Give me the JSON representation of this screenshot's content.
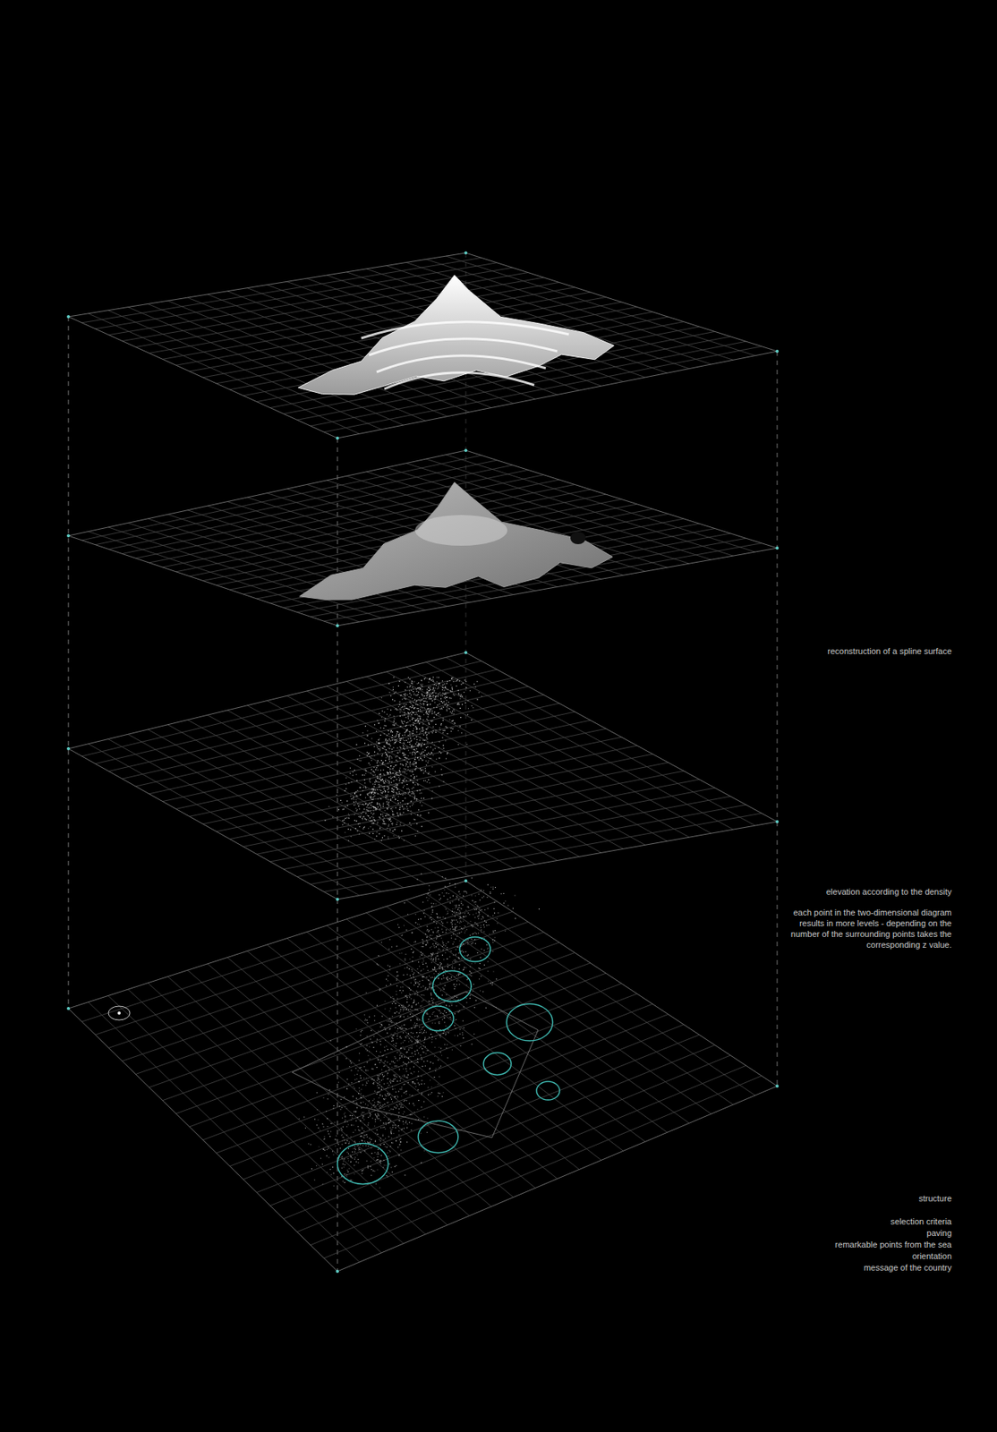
{
  "diagram": {
    "labels": [
      "reconstruction of a spline surface",
      "elevation according to the density",
      "each point in the two-dimensional diagram results in more levels - depending on the number of the surrounding points takes the corresponding z value.",
      "structure",
      "selection criteria",
      "paving",
      "remarkable points from the sea",
      "orientation",
      "message of the country"
    ]
  }
}
